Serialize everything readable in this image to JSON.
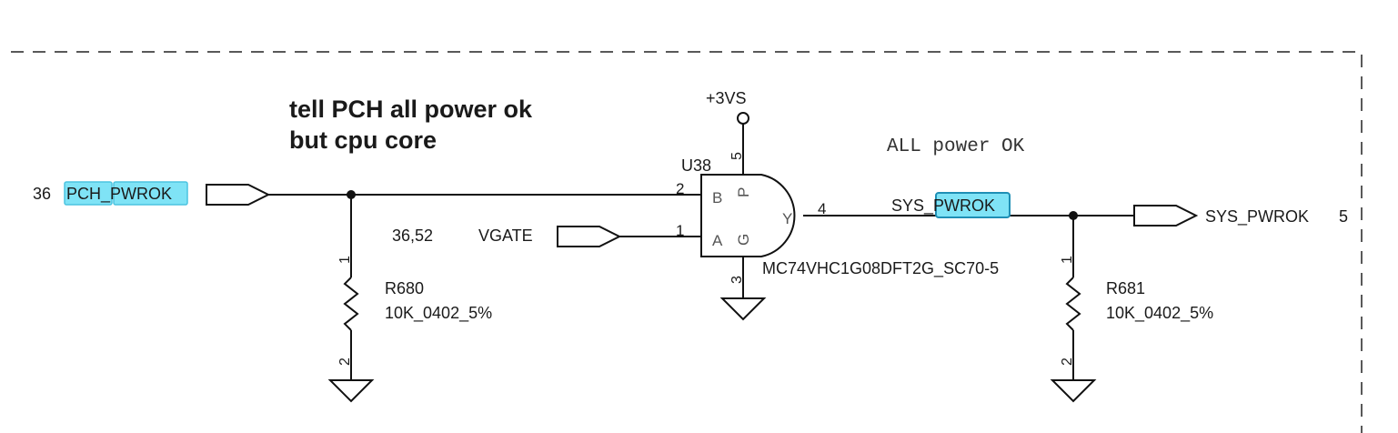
{
  "note": {
    "line1": "tell PCH all power ok",
    "line2": "but cpu core"
  },
  "annotation": "ALL power OK",
  "power_rail": "+3VS",
  "input_net_1": {
    "page_ref": "36",
    "name_part1": "PCH",
    "sep": "_",
    "name_part2": "PWROK"
  },
  "input_net_2": {
    "page_ref": "36,52",
    "name": "VGATE"
  },
  "output_net": {
    "wire_label_prefix": "SYS_",
    "wire_label_highlight": "PWROK",
    "port_name": "SYS_PWROK",
    "page_ref": "5"
  },
  "gate": {
    "refdes": "U38",
    "part_number": "MC74VHC1G08DFT2G_SC70-5",
    "pins": {
      "a_num": "1",
      "a_name": "A",
      "b_num": "2",
      "b_name": "B",
      "gnd_num": "3",
      "gnd_name": "G",
      "y_num": "4",
      "y_name": "Y",
      "vcc_num": "5",
      "vcc_name": "P"
    }
  },
  "resistors": [
    {
      "refdes": "R680",
      "value": "10K_0402_5%",
      "pin1": "1",
      "pin2": "2"
    },
    {
      "refdes": "R681",
      "value": "10K_0402_5%",
      "pin1": "1",
      "pin2": "2"
    }
  ]
}
